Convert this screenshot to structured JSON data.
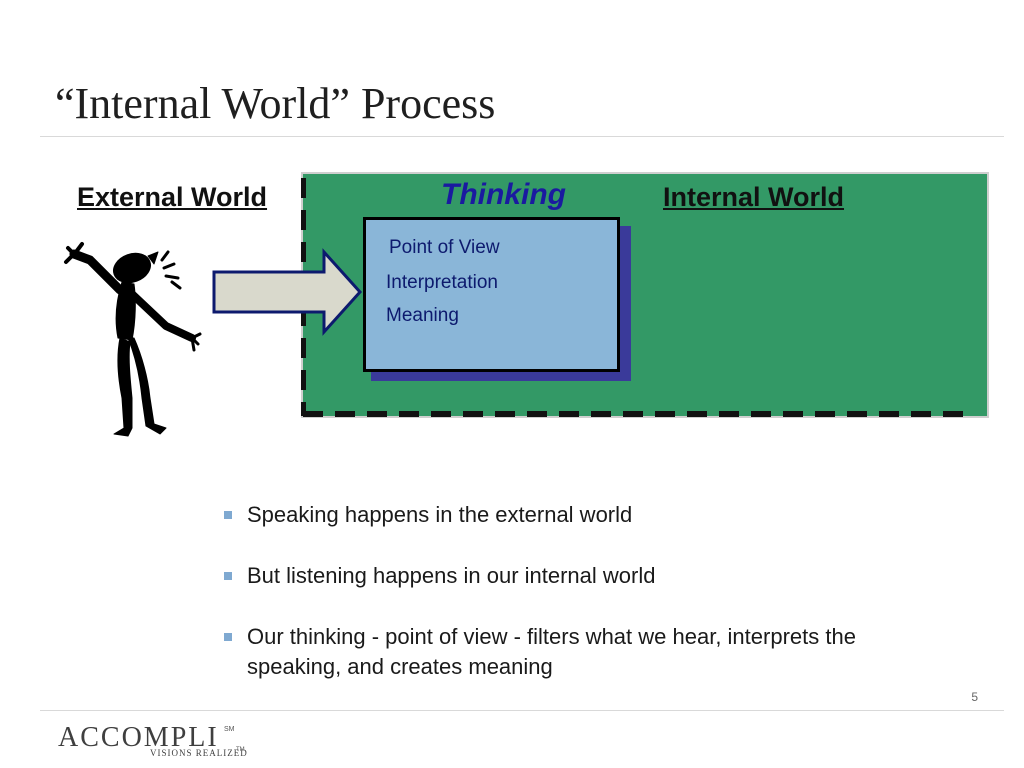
{
  "slide": {
    "title": "“Internal World” Process",
    "page_number": "5"
  },
  "diagram": {
    "external_label": "External World",
    "internal_label": "Internal World",
    "thinking_label": "Thinking",
    "thinking_items": [
      "Point of View",
      "Interpretation",
      "Meaning"
    ]
  },
  "bullets": {
    "items": [
      "Speaking happens in the external world",
      "But listening happens in our internal world",
      "Our thinking - point of view - filters what we hear, interprets the speaking, and creates meaning"
    ]
  },
  "logo": {
    "name": "ACCOMPLI",
    "service_mark": "SM",
    "tagline": "VISIONS REALIZED",
    "trademark": "TM"
  },
  "colors": {
    "internal_box": "#339966",
    "thinking_box": "#8ab6d8",
    "thinking_shadow": "#3a3a9a",
    "thinking_text": "#1a1aa0",
    "arrow_fill": "#d9d9cc",
    "arrow_stroke": "#0d1a6e",
    "bullet_marker": "#7fa9d1"
  },
  "icons": {
    "figure": "shouting-person-icon",
    "arrow": "right-arrow-icon",
    "bullet": "square-bullet-icon"
  }
}
